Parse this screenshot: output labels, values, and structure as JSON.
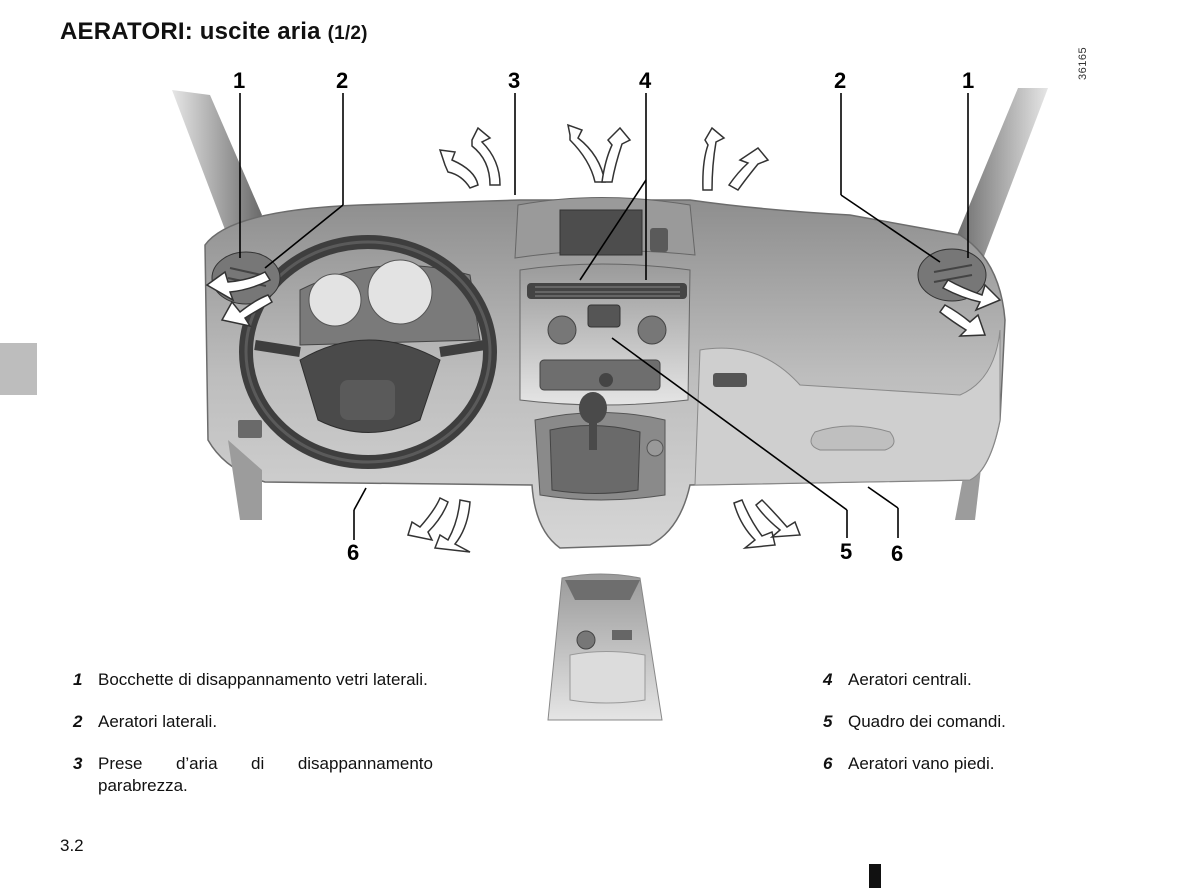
{
  "header": {
    "title": "AERATORI: uscite aria",
    "title_suffix": "(1/2)"
  },
  "image_code": "36165",
  "callouts": {
    "top_left_1": "1",
    "top_left_2": "2",
    "top_3": "3",
    "top_4": "4",
    "top_right_2": "2",
    "top_right_1": "1",
    "bottom_left_6": "6",
    "bottom_5": "5",
    "bottom_right_6": "6"
  },
  "legend_left": [
    {
      "num": "1",
      "text": "Bocchette di disappannamento vetri laterali."
    },
    {
      "num": "2",
      "text": "Aeratori laterali."
    },
    {
      "num": "3",
      "text": "Prese d’aria di disappannamento parabrezza."
    }
  ],
  "legend_right": [
    {
      "num": "4",
      "text": "Aeratori centrali."
    },
    {
      "num": "5",
      "text": "Quadro dei comandi."
    },
    {
      "num": "6",
      "text": "Aeratori vano piedi."
    }
  ],
  "footer": {
    "page_number": "3.2"
  }
}
